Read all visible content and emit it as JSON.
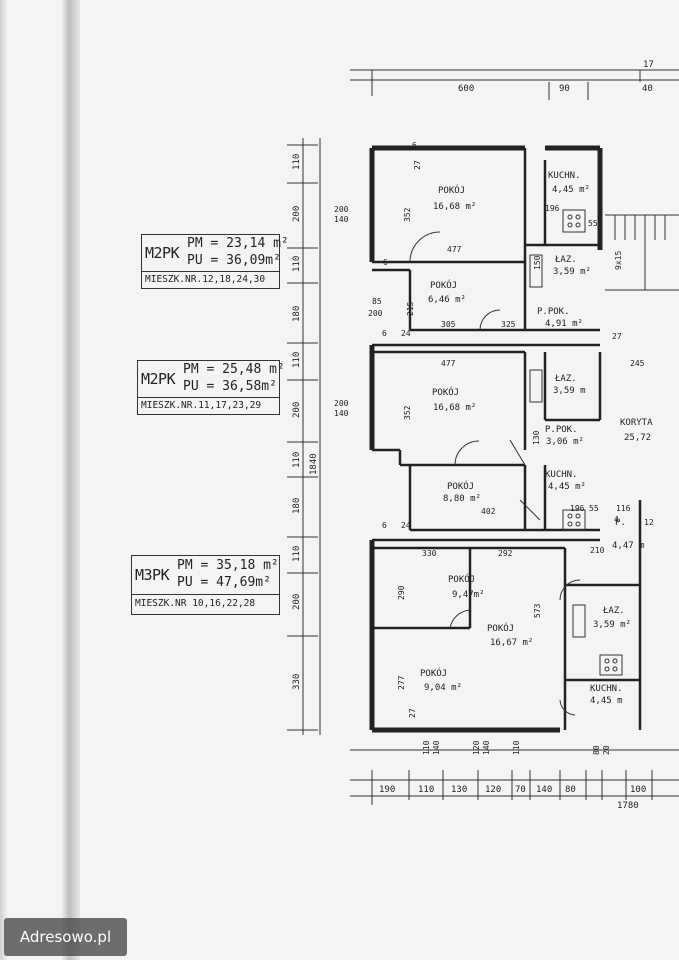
{
  "units": [
    {
      "code": "M2PK",
      "pm": "PM = 23,14 m²",
      "pu": "PU = 36,09m²",
      "apartments": "MIESZK.NR.12,18,24,30"
    },
    {
      "code": "M2PK",
      "pm": "PM = 25,48 m²",
      "pu": "PU = 36,58m²",
      "apartments": "MIESZK.NR.11,17,23,29"
    },
    {
      "code": "M3PK",
      "pm": "PM = 35,18 m²",
      "pu": "PU = 47,69m²",
      "apartments": "MIESZK.NR 10,16,22,28"
    }
  ],
  "rooms": [
    {
      "name": "POKÓJ",
      "area": "16,68 m²"
    },
    {
      "name": "KUCHN.",
      "area": "4,45 m²"
    },
    {
      "name": "ŁAZ.",
      "area": "3,59 m²"
    },
    {
      "name": "POKÓJ",
      "area": "6,46 m²"
    },
    {
      "name": "P.POK.",
      "area": "4,91 m²"
    },
    {
      "name": "POKÓJ",
      "area": "16,68 m²"
    },
    {
      "name": "ŁAZ.",
      "area": "3,59 m"
    },
    {
      "name": "P.POK.",
      "area": "3,06 m²"
    },
    {
      "name": "KORYTA",
      "area": "25,72"
    },
    {
      "name": "KUCHN.",
      "area": "4,45 m²"
    },
    {
      "name": "POKÓJ",
      "area": "8,80 m²"
    },
    {
      "name": "P.",
      "area": "4,47 m"
    },
    {
      "name": "POKÓJ",
      "area": "9,47m²"
    },
    {
      "name": "POKÓJ",
      "area": "16,67 m²"
    },
    {
      "name": "ŁAZ.",
      "area": "3,59 m²"
    },
    {
      "name": "POKÓJ",
      "area": "9,04 m²"
    },
    {
      "name": "KUCHN.",
      "area": "4,45 m"
    }
  ],
  "dims_top": [
    "17",
    "600",
    "90",
    "40"
  ],
  "dims_left": [
    "110",
    "200",
    "110",
    "180",
    "110",
    "200",
    "110",
    "180",
    "110",
    "200",
    "330",
    "1840"
  ],
  "dims_bottom": [
    "190",
    "110",
    "130",
    "120",
    "70",
    "140",
    "80",
    "100",
    "1780"
  ],
  "dims_inner": [
    "27",
    "6",
    "352",
    "477",
    "6",
    "215",
    "305",
    "325",
    "27",
    "200",
    "140",
    "85",
    "200",
    "6",
    "24",
    "477",
    "352",
    "245",
    "402",
    "6",
    "24",
    "330",
    "292",
    "573",
    "290",
    "210",
    "277",
    "27",
    "110",
    "140",
    "120",
    "140",
    "110",
    "80",
    "20",
    "196",
    "150",
    "130",
    "55",
    "196",
    "55",
    "116",
    "12",
    "4",
    "9x15",
    "200",
    "140"
  ],
  "watermark": "Adresowo.pl"
}
